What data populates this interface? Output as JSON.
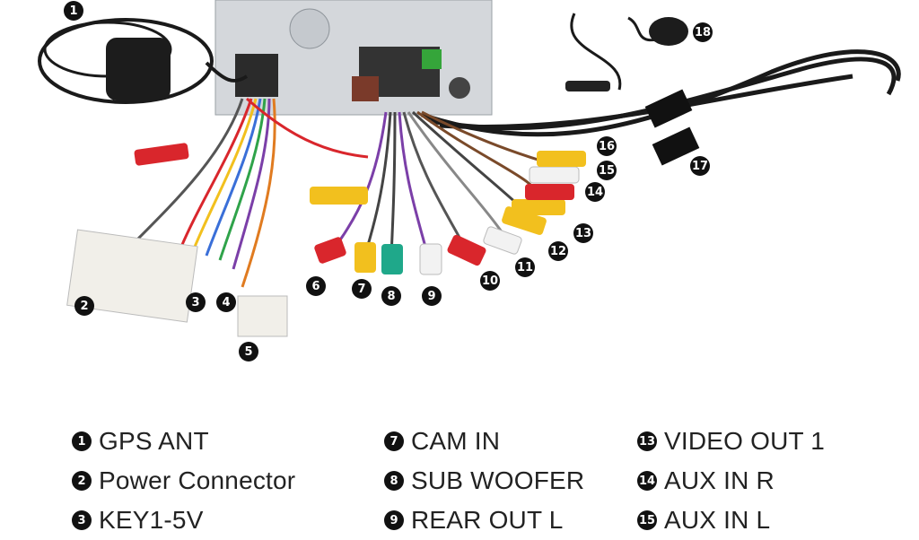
{
  "callouts": [
    {
      "num": "1"
    },
    {
      "num": "2"
    },
    {
      "num": "3"
    },
    {
      "num": "4"
    },
    {
      "num": "5"
    },
    {
      "num": "6"
    },
    {
      "num": "7"
    },
    {
      "num": "8"
    },
    {
      "num": "9"
    },
    {
      "num": "10"
    },
    {
      "num": "11"
    },
    {
      "num": "12"
    },
    {
      "num": "13"
    },
    {
      "num": "14"
    },
    {
      "num": "15"
    },
    {
      "num": "16"
    },
    {
      "num": "17"
    },
    {
      "num": "18"
    }
  ],
  "legend": {
    "col1": [
      {
        "num": "1",
        "label": "GPS ANT"
      },
      {
        "num": "2",
        "label": "Power Connector"
      },
      {
        "num": "3",
        "label": "KEY1-5V"
      }
    ],
    "col2": [
      {
        "num": "7",
        "label": "CAM IN"
      },
      {
        "num": "8",
        "label": "SUB WOOFER"
      },
      {
        "num": "9",
        "label": "REAR OUT L"
      }
    ],
    "col3": [
      {
        "num": "13",
        "label": "VIDEO OUT 1"
      },
      {
        "num": "14",
        "label": "AUX IN R"
      },
      {
        "num": "15",
        "label": "AUX IN L"
      }
    ]
  },
  "colors": {
    "rca_red": "#d9262c",
    "rca_yellow": "#f2c01e",
    "rca_green": "#1fa88a",
    "rca_white": "#f2f2f2",
    "cable_black": "#1a1a1a",
    "unit_silver": "#d4d7db",
    "connector_white": "#f1efe9"
  }
}
